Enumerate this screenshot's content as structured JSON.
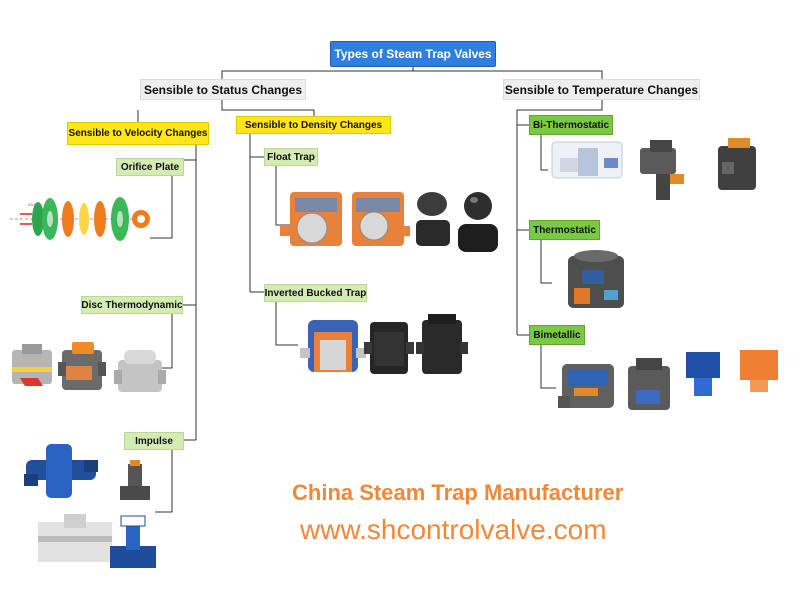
{
  "root": "Types of Steam Trap Valves",
  "branches": {
    "status": "Sensible to Status Changes",
    "temperature": "Sensible to Temperature Changes"
  },
  "subbranches": {
    "velocity": "Sensible to Velocity Changes",
    "density": "Sensible to Density Changes"
  },
  "leaves": {
    "orifice": "Orifice Plate",
    "disc": "Disc Thermodynamic",
    "impulse": "Impulse",
    "float": "Float Trap",
    "inverted": "Inverted Bucked Trap",
    "bithermo": "Bi-Thermostatic",
    "thermostatic": "Thermostatic",
    "bimetallic": "Bimetallic"
  },
  "footer": {
    "manufacturer": "China Steam Trap Manufacturer",
    "website": "www.shcontrolvalve.com"
  },
  "colors": {
    "root": "#2f7fe0",
    "branch": "#eeeeee",
    "subbranch": "#ffe51a",
    "leaf_light": "#d4ecb4",
    "leaf_dark": "#7ac943",
    "footer_text": "#f0883a",
    "connector": "#333333"
  }
}
